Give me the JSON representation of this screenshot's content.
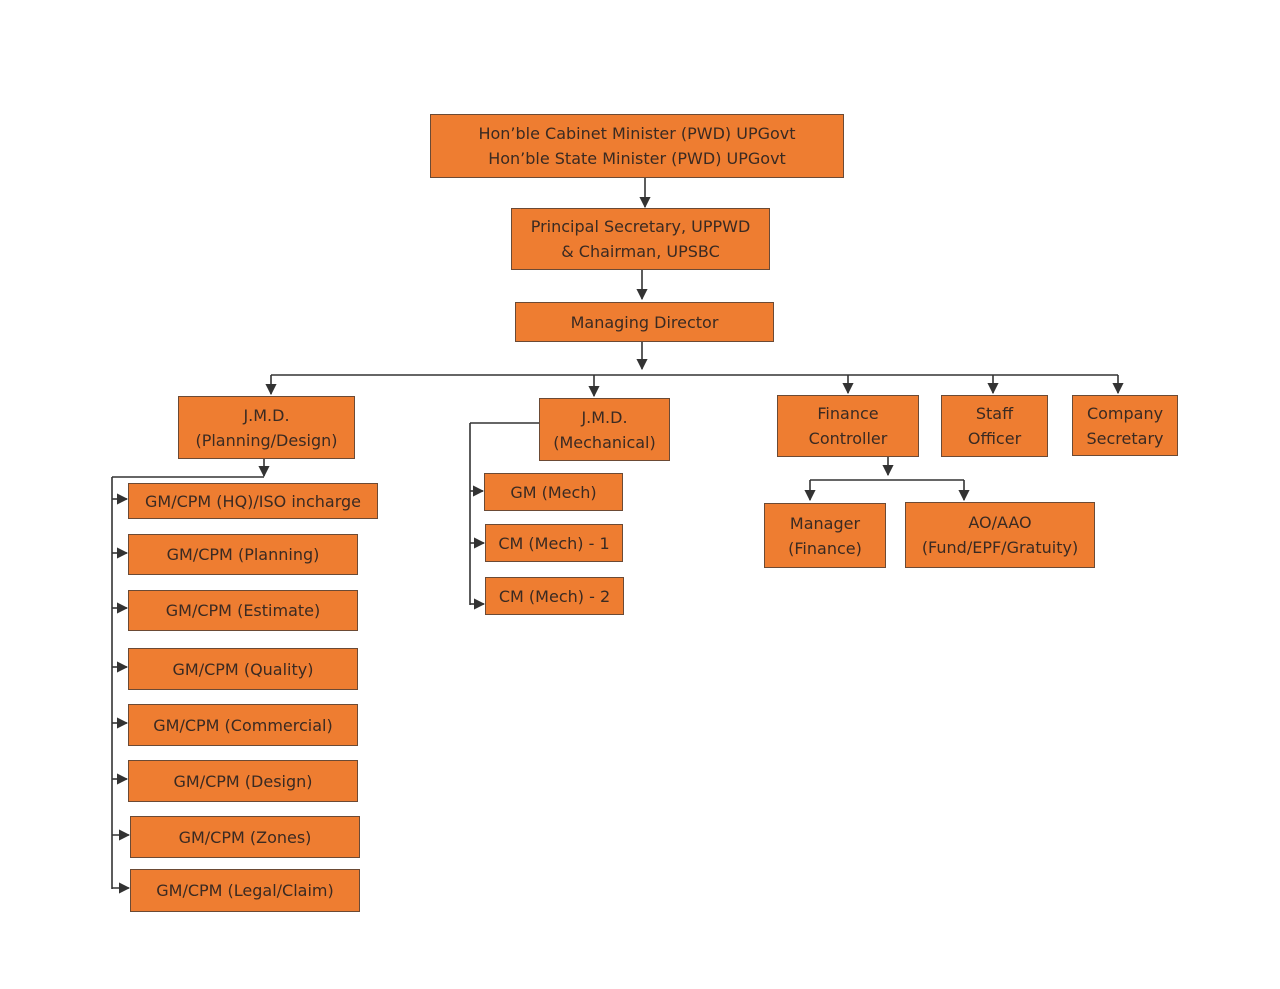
{
  "chart": {
    "minister": {
      "line1": "Hon’ble Cabinet Minister (PWD) UPGovt",
      "line2": "Hon’ble State Minister (PWD) UPGovt"
    },
    "principal_secretary": {
      "line1": "Principal Secretary, UPPWD",
      "line2": "& Chairman, UPSBC"
    },
    "managing_director": {
      "label": "Managing Director"
    },
    "jmd_planning": {
      "line1": "J.M.D.",
      "line2": "(Planning/Design)"
    },
    "jmd_mechanical": {
      "line1": "J.M.D.",
      "line2": "(Mechanical)"
    },
    "finance_controller": {
      "line1": "Finance",
      "line2": "Controller"
    },
    "staff_officer": {
      "line1": "Staff",
      "line2": "Officer"
    },
    "company_secretary": {
      "line1": "Company",
      "line2": "Secretary"
    },
    "planning_units": [
      "GM/CPM (HQ)/ISO incharge",
      "GM/CPM (Planning)",
      "GM/CPM (Estimate)",
      "GM/CPM (Quality)",
      "GM/CPM (Commercial)",
      "GM/CPM (Design)",
      "GM/CPM (Zones)",
      "GM/CPM (Legal/Claim)"
    ],
    "mechanical_units": [
      "GM (Mech)",
      "CM (Mech) - 1",
      "CM (Mech) - 2"
    ],
    "manager_finance": {
      "line1": "Manager",
      "line2": "(Finance)"
    },
    "ao_aao": {
      "line1": "AO/AAO",
      "line2": "(Fund/EPF/Gratuity)"
    }
  },
  "colors": {
    "box_fill": "#ee7d31",
    "box_border": "#6b4a35",
    "text": "#3a2a22",
    "connector": "#333333"
  }
}
